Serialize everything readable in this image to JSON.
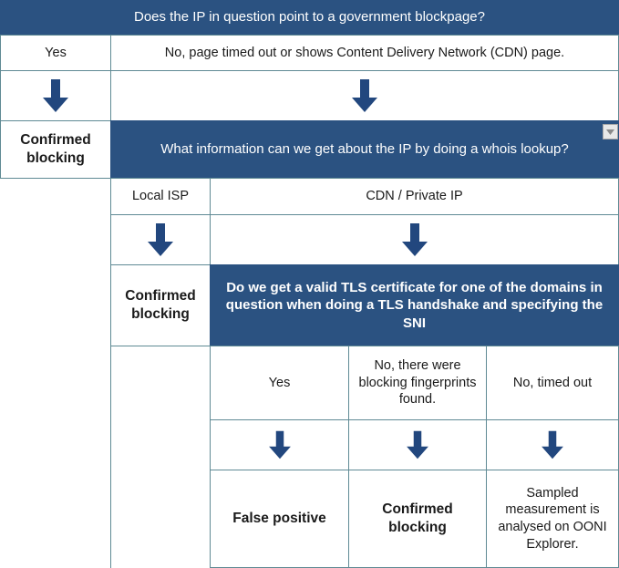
{
  "colors": {
    "question_blue": "#2b5281",
    "arrow_blue": "#22477e",
    "grid_line": "#5f8a94",
    "background": "#ffffff"
  },
  "flow": {
    "level1": {
      "question": "Does the IP in question point to a government blockpage?",
      "answer_yes": "Yes",
      "answer_no": "No, page timed out or shows Content Delivery Network (CDN) page.",
      "outcome_yes": "Confirmed blocking"
    },
    "level2": {
      "question": "What information can we get about the IP by doing a whois lookup?",
      "answer_left": "Local ISP",
      "answer_right": "CDN / Private IP",
      "outcome_left": "Confirmed blocking"
    },
    "level3": {
      "question": "Do we get a valid TLS certificate for one of the domains in question when doing a TLS handshake and specifying the SNI",
      "answers": [
        "Yes",
        "No, there were blocking fingerprints found.",
        "No, timed out"
      ],
      "outcomes": [
        "False positive",
        "Confirmed blocking",
        "Sampled measurement is analysed on OONI Explorer."
      ]
    }
  },
  "icons": {
    "down_arrow": "down-arrow-icon",
    "dropdown_triangle": "chevron-down-icon"
  }
}
